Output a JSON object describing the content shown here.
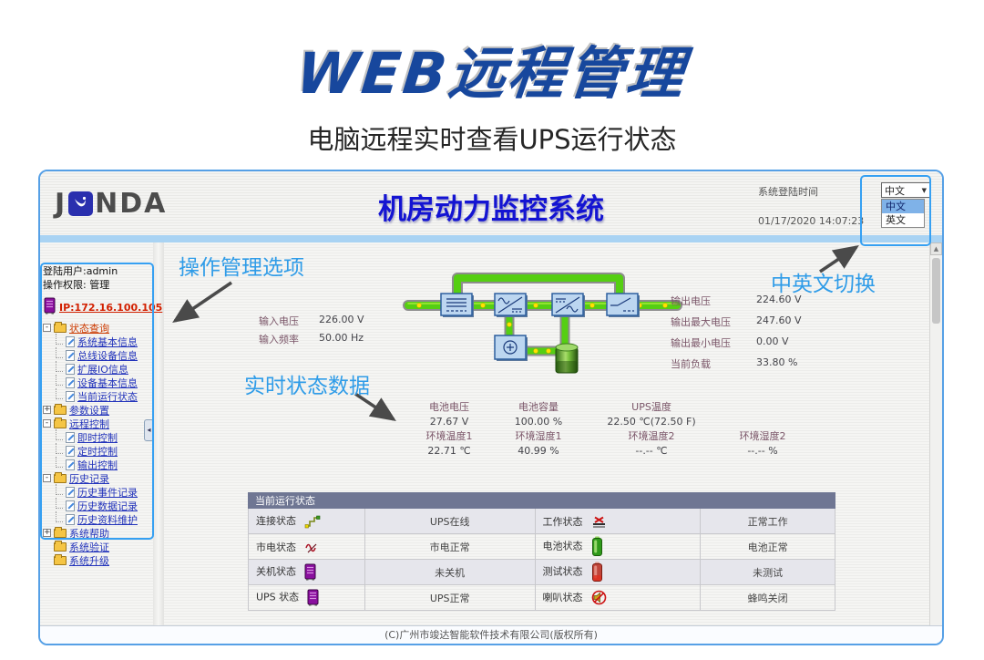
{
  "hero": {
    "title": "WEB远程管理",
    "subtitle": "电脑远程实时查看UPS运行状态"
  },
  "window": {
    "logo": {
      "left": "J",
      "right": "NDA"
    },
    "app_title": "机房动力监控系统",
    "login_label": "系统登陆时间",
    "login_time": "01/17/2020 14:07:23",
    "lang": {
      "selected": "中文",
      "options": [
        "中文",
        "英文"
      ]
    },
    "footer": "(C)广州市竣达智能软件技术有限公司(版权所有)"
  },
  "sidebar": {
    "user": "登陆用户:admin",
    "permission": "操作权限: 管理",
    "ip": "IP:172.16.100.105",
    "tree": [
      {
        "label": "状态查询",
        "level": 0,
        "expander": "minus",
        "icon": "folder",
        "style": "red"
      },
      {
        "label": "系统基本信息",
        "level": 1,
        "expander": null,
        "icon": "page",
        "style": "blue"
      },
      {
        "label": "总线设备信息",
        "level": 1,
        "expander": null,
        "icon": "page",
        "style": "blue"
      },
      {
        "label": "扩展IO信息",
        "level": 1,
        "expander": null,
        "icon": "page",
        "style": "blue"
      },
      {
        "label": "设备基本信息",
        "level": 1,
        "expander": null,
        "icon": "page",
        "style": "blue"
      },
      {
        "label": "当前运行状态",
        "level": 1,
        "expander": null,
        "icon": "page",
        "style": "blue"
      },
      {
        "label": "参数设置",
        "level": 0,
        "expander": "plus",
        "icon": "folder",
        "style": "blue"
      },
      {
        "label": "远程控制",
        "level": 0,
        "expander": "minus",
        "icon": "folder",
        "style": "blue"
      },
      {
        "label": "即时控制",
        "level": 1,
        "expander": null,
        "icon": "page",
        "style": "blue"
      },
      {
        "label": "定时控制",
        "level": 1,
        "expander": null,
        "icon": "page",
        "style": "blue"
      },
      {
        "label": "输出控制",
        "level": 1,
        "expander": null,
        "icon": "page",
        "style": "blue"
      },
      {
        "label": "历史记录",
        "level": 0,
        "expander": "minus",
        "icon": "folder",
        "style": "blue"
      },
      {
        "label": "历史事件记录",
        "level": 1,
        "expander": null,
        "icon": "page",
        "style": "blue"
      },
      {
        "label": "历史数据记录",
        "level": 1,
        "expander": null,
        "icon": "page",
        "style": "blue"
      },
      {
        "label": "历史资料维护",
        "level": 1,
        "expander": null,
        "icon": "page",
        "style": "blue"
      },
      {
        "label": "系统帮助",
        "level": 0,
        "expander": "plus",
        "icon": "folder",
        "style": "blue"
      },
      {
        "label": "系统验证",
        "level": 0,
        "expander": null,
        "icon": "folder",
        "style": "blue"
      },
      {
        "label": "系统升级",
        "level": 0,
        "expander": null,
        "icon": "folder",
        "style": "blue"
      }
    ]
  },
  "readings": {
    "input": [
      {
        "label": "输入电压",
        "value": "226.00 V"
      },
      {
        "label": "输入频率",
        "value": "50.00 Hz"
      }
    ],
    "output": [
      {
        "label": "输出电压",
        "value": "224.60 V"
      },
      {
        "label": "输出最大电压",
        "value": "247.60 V"
      },
      {
        "label": "输出最小电压",
        "value": "0.00 V"
      },
      {
        "label": "当前负载",
        "value": "33.80 %"
      }
    ],
    "battery_grid": [
      [
        "电池电压",
        "电池容量",
        "UPS温度",
        ""
      ],
      [
        "27.67 V",
        "100.00 %",
        "22.50 ℃(72.50 F)",
        ""
      ],
      [
        "环境温度1",
        "环境湿度1",
        "环境温度2",
        "环境湿度2"
      ],
      [
        "22.71 ℃",
        "40.99 %",
        "--.-- ℃",
        "--.-- %"
      ]
    ]
  },
  "status_table": {
    "title": "当前运行状态",
    "rows": [
      {
        "label1": "连接状态",
        "icon1": "connection-icon",
        "value1": "UPS在线",
        "label2": "工作状态",
        "icon2": "work-status-icon",
        "value2": "正常工作"
      },
      {
        "label1": "市电状态",
        "icon1": "mains-wave-icon",
        "value1": "市电正常",
        "label2": "电池状态",
        "icon2": "battery-green-icon",
        "value2": "电池正常"
      },
      {
        "label1": "关机状态",
        "icon1": "server-purple-icon",
        "value1": "未关机",
        "label2": "测试状态",
        "icon2": "battery-red-icon",
        "value2": "未测试"
      },
      {
        "label1": "UPS 状态",
        "icon1": "server-purple-icon",
        "value1": "UPS正常",
        "label2": "喇叭状态",
        "icon2": "speaker-muted-icon",
        "value2": "蜂鸣关闭"
      }
    ]
  },
  "annotations": {
    "sidebar": "操作管理选项",
    "status": "实时状态数据",
    "lang": "中英文切换"
  },
  "colors": {
    "hero_blue": "#17479d",
    "annotation_blue": "#2f9ce8",
    "app_title_blue": "#1414d2",
    "pipe_green": "#55cf12",
    "table_header_bg": "#6f7693",
    "link_blue": "#2233bb",
    "link_red": "#cc3a00",
    "window_border_blue": "#56a0e6"
  }
}
